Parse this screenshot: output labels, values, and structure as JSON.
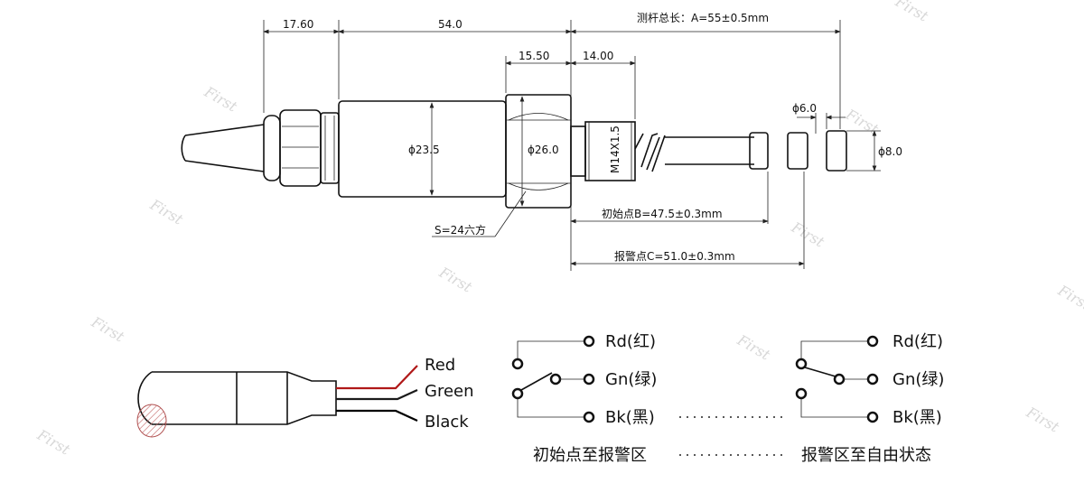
{
  "dims": {
    "d1760": "17.60",
    "d540": "54.0",
    "d1550": "15.50",
    "d1400": "14.00",
    "total_length": "测杆总长：A=55±0.5mm",
    "phi_body": "ϕ23.5",
    "phi_nut": "ϕ26.0",
    "thread": "M14X1.5",
    "phi_6": "ϕ6.0",
    "phi_8": "ϕ8.0",
    "hex": "S=24六方",
    "start_point": "初始点B=47.5±0.3mm",
    "alarm_point": "报警点C=51.0±0.3mm"
  },
  "wires": {
    "red": "Red",
    "green": "Green",
    "black": "Black",
    "colors": {
      "red": "#b01818",
      "green": "#1a1a1a",
      "black": "#000000"
    }
  },
  "switch_left": {
    "rd": "Rd(红)",
    "gn": "Gn(绿)",
    "bk": "Bk(黑)",
    "caption": "初始点至报警区"
  },
  "switch_right": {
    "rd": "Rd(红)",
    "gn": "Gn(绿)",
    "bk": "Bk(黑)",
    "caption": "报警区至自由状态"
  },
  "watermark": "First"
}
